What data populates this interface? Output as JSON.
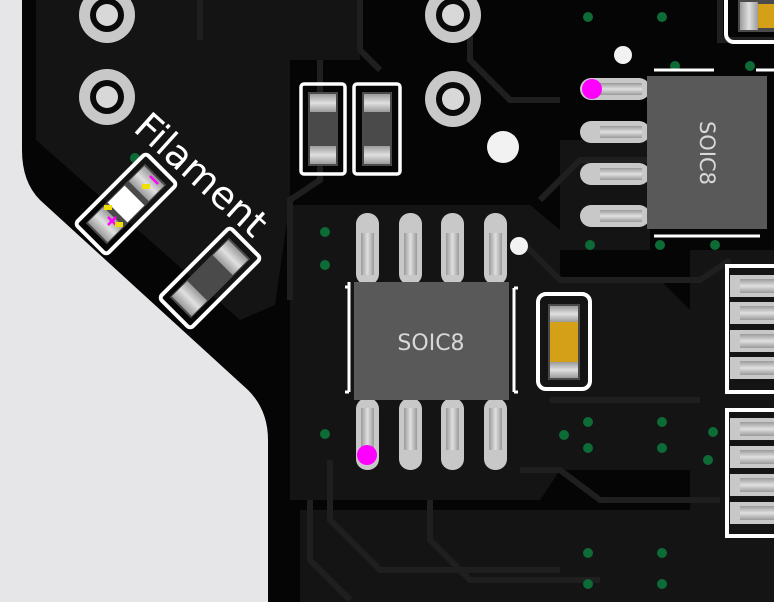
{
  "labels": {
    "silk_filament": "Filament",
    "chip_main": "SOIC8",
    "chip_side": "SOIC8"
  },
  "colors": {
    "board": "#050505",
    "copper_pour": "#141414",
    "trace": "#1c1c1c",
    "background": "#e6e6e9",
    "silkscreen": "#ffffff",
    "pad": "#c8c8c8",
    "chip_body": "#595959",
    "pin1_marker": "#ff00ff",
    "via": "#0d5c30",
    "tantalum": "#d4a017"
  }
}
